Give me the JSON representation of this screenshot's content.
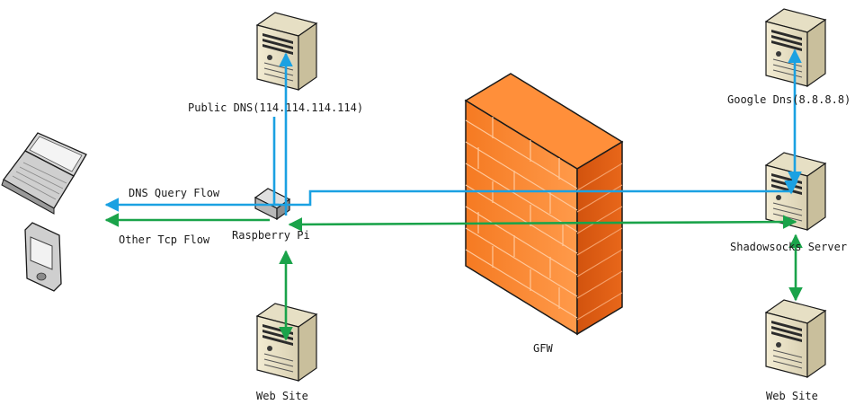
{
  "nodes": {
    "public_dns": "Public DNS(114.114.114.114)",
    "google_dns": "Google Dns(8.8.8.8)",
    "raspberry_pi": "Raspberry Pi",
    "shadowsocks": "Shadowsocks Server",
    "web_site_left": "Web Site",
    "web_site_right": "Web Site",
    "gfw": "GFW"
  },
  "legend": {
    "dns_flow": "DNS Query Flow",
    "tcp_flow": "Other Tcp Flow"
  },
  "colors": {
    "dns_flow": "#1ba1e2",
    "tcp_flow": "#1aa34a",
    "firewall": "#f26a1b"
  },
  "icons": [
    "server-icon",
    "laptop-icon",
    "phone-icon",
    "router-icon",
    "firewall-icon"
  ]
}
